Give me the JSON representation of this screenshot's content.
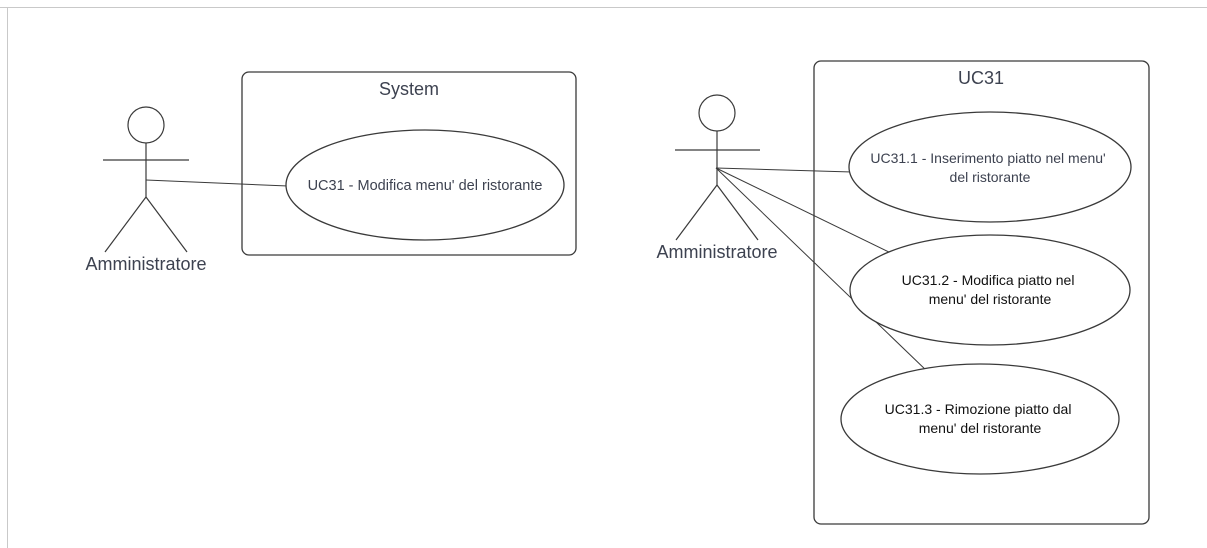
{
  "diagram_left": {
    "system_title": "System",
    "actor_label": "Amministratore",
    "use_case_lines": [
      "UC31 - Modifica menu' del ristorante"
    ]
  },
  "diagram_right": {
    "system_title": "UC31",
    "actor_label": "Amministratore",
    "use_cases": [
      {
        "lines": [
          "UC31.1 - Inserimento piatto nel menu'",
          "del ristorante"
        ]
      },
      {
        "lines": [
          "UC31.2 - Modifica piatto nel",
          "menu' del ristorante"
        ]
      },
      {
        "lines": [
          "UC31.3 - Rimozione piatto dal",
          "menu' del ristorante"
        ]
      }
    ]
  },
  "colors": {
    "stroke": "#3a3a3a",
    "text": "#3d4250",
    "frame": "#c9c9c9"
  }
}
